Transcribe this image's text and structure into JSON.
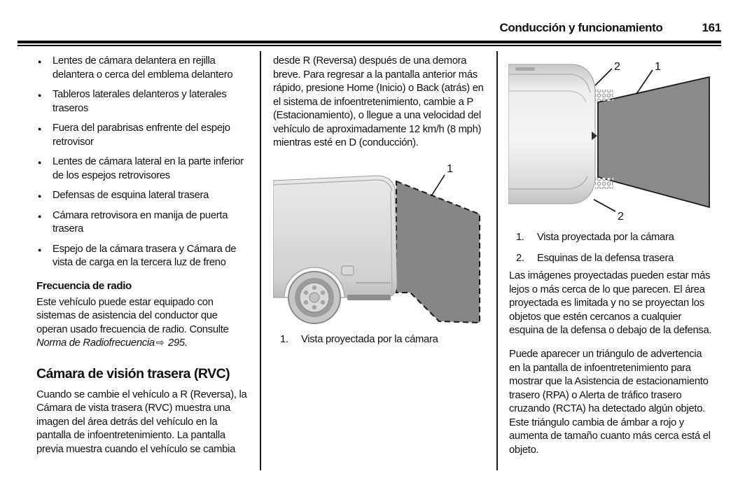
{
  "header": {
    "title": "Conducción y funcionamiento",
    "page_number": "161"
  },
  "left_column": {
    "bullets": [
      "Lentes de cámara delantera en rejilla delantera o cerca del emblema delantero",
      "Tableros laterales delanteros y laterales traseros",
      "Fuera del parabrisas enfrente del espejo retrovisor",
      "Lentes de cámara lateral en la parte inferior de los espejos retrovisores",
      "Defensas de esquina lateral trasera",
      "Cámara retrovisora en manija de puerta trasera",
      "Espejo de la cámara trasera y Cámara de vista de carga en la tercera luz de freno"
    ],
    "radio_heading": "Frecuencia de radio",
    "radio_text": "Este vehículo puede estar equipado con sistemas de asistencia del conductor que operan usado frecuencia de radio. Consulte ",
    "radio_ref_title": "Norma de Radiofrecuencia",
    "radio_ref_arrow": "⇨",
    "radio_ref_page": " 295.",
    "rvc_heading": "Cámara de visión trasera (RVC)",
    "rvc_text": "Cuando se cambie el vehículo a R (Reversa), la Cámara de vista trasera (RVC) muestra una imagen del área detrás del vehículo en la pantalla de infoentretenimiento. La pantalla previa muestra cuando el vehículo se cambia"
  },
  "middle_column": {
    "paragraph": "desde R (Reversa) después de una demora breve. Para regresar a la pantalla anterior más rápido, presione Home (Inicio) o Back (atrás) en el sistema de infoentretenimiento, cambie a P (Estacionamiento), o llegue a una velocidad del vehículo de aproximadamente 12 km/h (8 mph) mientras esté en D (conducción).",
    "figure": {
      "callout_1": "1"
    },
    "caption_num": "1.",
    "caption_text": "Vista proyectada por la cámara"
  },
  "right_column": {
    "figure": {
      "callout_1": "1",
      "callout_2_top": "2",
      "callout_2_bottom": "2"
    },
    "legend": [
      {
        "num": "1.",
        "text": "Vista proyectada por la cámara"
      },
      {
        "num": "2.",
        "text": "Esquinas de la defensa trasera"
      }
    ],
    "paragraph_1": "Las imágenes proyectadas pueden estar más lejos o más cerca de lo que parecen. El área proyectada es limitada y no se proyectan los objetos que estén cercanos a cualquier esquina de la defensa o debajo de la defensa.",
    "paragraph_2": "Puede aparecer un triángulo de advertencia en la pantalla de infoentretenimiento para mostrar que la Asistencia de estacionamiento trasero (RPA) o Alerta de tráfico trasero cruzando (RCTA) ha detectado algún objeto. Este triángulo cambia de ámbar a rojo y aumenta de tamaño cuanto más cerca está el objeto."
  },
  "colors": {
    "projected_area": "#868686",
    "projected_area_right": "#8a8a8a",
    "vehicle_light": "#f2f2f2",
    "vehicle_mid": "#d2d2d2",
    "text": "#111111"
  }
}
